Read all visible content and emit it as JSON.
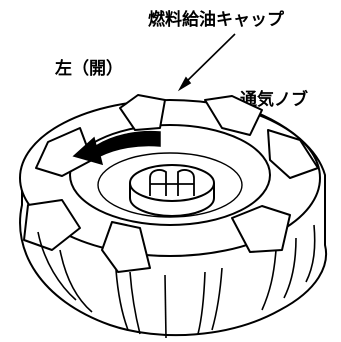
{
  "labels": {
    "cap": "燃料給油キャップ",
    "direction": "左（開）",
    "vent_knob": "通気ノブ"
  },
  "colors": {
    "ink": "#000000",
    "background": "#ffffff"
  }
}
